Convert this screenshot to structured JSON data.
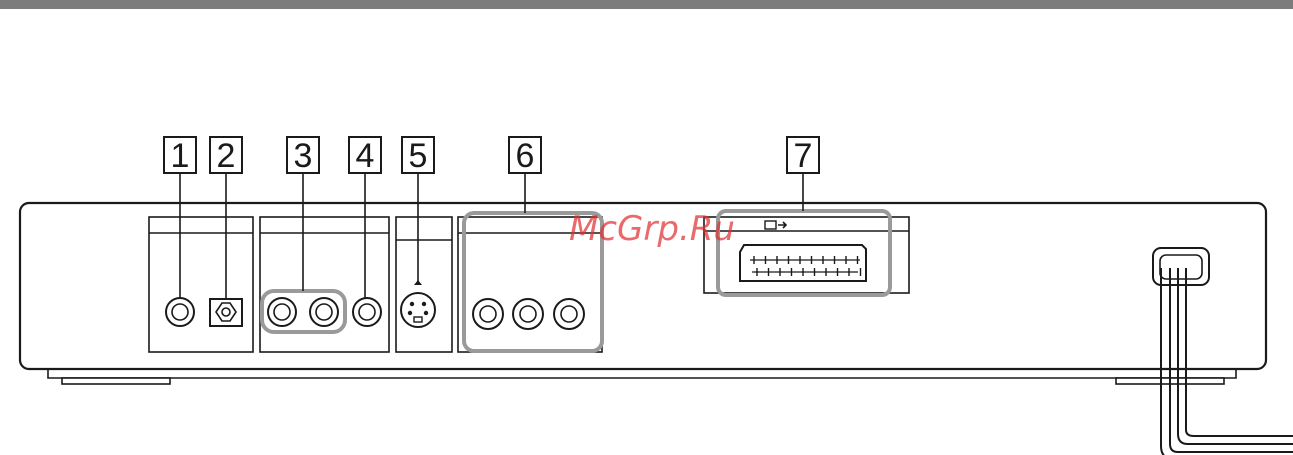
{
  "callouts": [
    {
      "id": "1",
      "label": "1"
    },
    {
      "id": "2",
      "label": "2"
    },
    {
      "id": "3",
      "label": "3"
    },
    {
      "id": "4",
      "label": "4"
    },
    {
      "id": "5",
      "label": "5"
    },
    {
      "id": "6",
      "label": "6"
    },
    {
      "id": "7",
      "label": "7"
    }
  ],
  "watermark": "McGrp.Ru",
  "colors": {
    "ink": "#1a1a1a",
    "highlight": "#9a9a9a",
    "topbar": "#7c7c7c",
    "watermark": "#e03030"
  },
  "icons": {
    "optical": "optical-digital-out-icon",
    "scart": "scart-output-icon"
  }
}
